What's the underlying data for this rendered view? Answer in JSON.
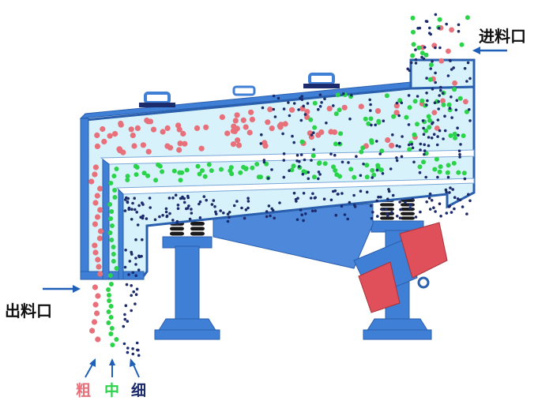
{
  "labels": {
    "inlet": "进料口",
    "outlet": "出料口",
    "coarse": "粗",
    "medium": "中",
    "fine": "细"
  },
  "colors": {
    "frame": "#3f7fd6",
    "frame_dark": "#2a5fae",
    "screen_fill": "#d8f2fb",
    "coarse": "#e8707a",
    "medium": "#2bd34a",
    "fine": "#1c2b6b",
    "motor": "#e0505a",
    "arrow": "#1f5fb8"
  }
}
